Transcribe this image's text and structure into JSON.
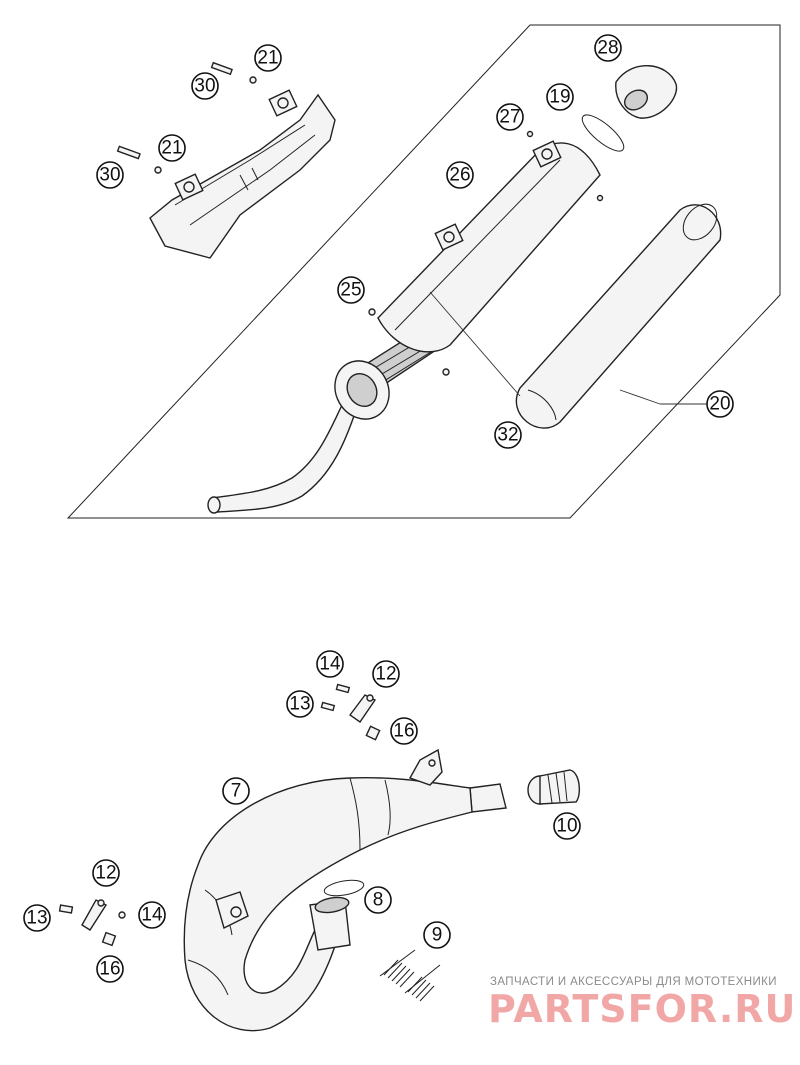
{
  "callouts": {
    "c21a": "21",
    "c30a": "30",
    "c21b": "21",
    "c30b": "30",
    "c28": "28",
    "c19": "19",
    "c27": "27",
    "c26": "26",
    "c25": "25",
    "c20": "20",
    "c32": "32",
    "c14a": "14",
    "c12a": "12",
    "c13a": "13",
    "c16a": "16",
    "c7": "7",
    "c10": "10",
    "c8": "8",
    "c9": "9",
    "c12b": "12",
    "c13b": "13",
    "c14b": "14",
    "c16b": "16"
  },
  "watermark": {
    "subtitle": "ЗАПЧАСТИ И АКСЕССУАРЫ ДЛЯ МОТОТЕХНИКИ",
    "brand": "PARTSFOR.RU"
  },
  "colors": {
    "line": "#222222",
    "watermark_text": "#f2a7a7",
    "watermark_subtitle": "#8a8a8a"
  }
}
